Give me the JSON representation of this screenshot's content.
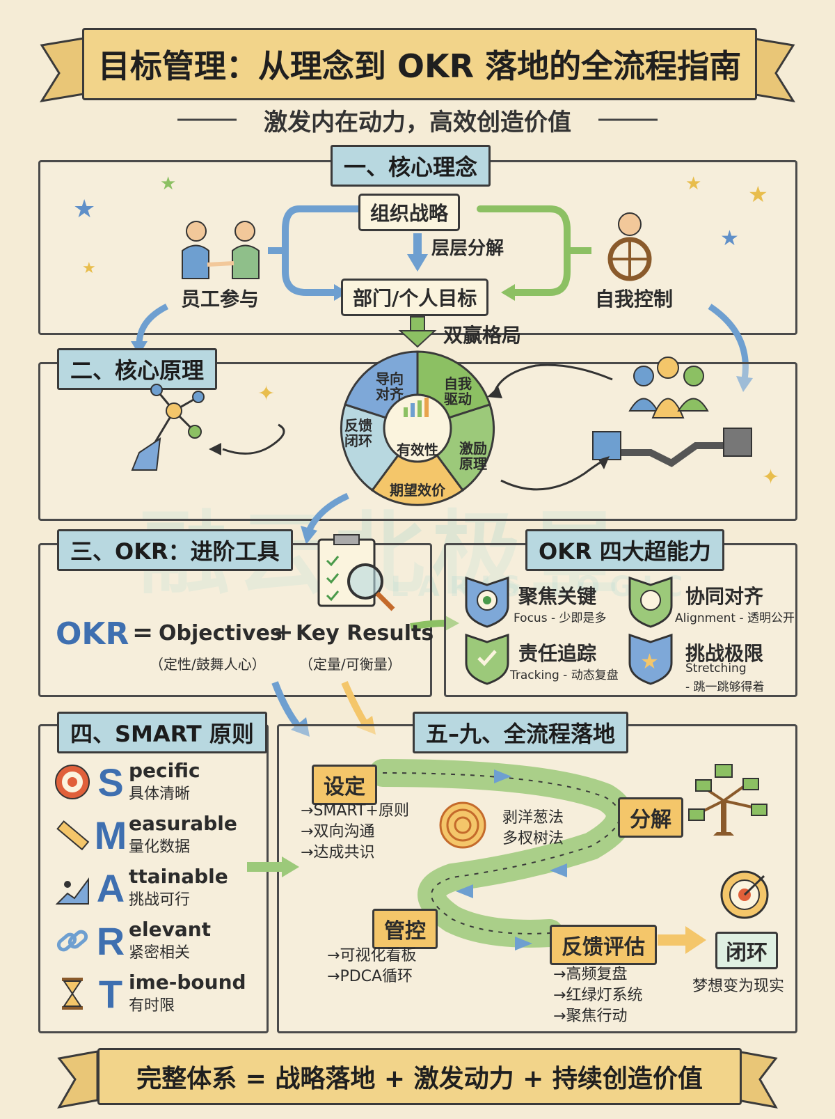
{
  "header": {
    "title": "目标管理：从理念到 OKR 落地的全流程指南",
    "subtitle": "激发内在动力，高效创造价值"
  },
  "section1": {
    "title": "一、核心理念",
    "top_box": "组织战略",
    "arrow_label": "层层分解",
    "bottom_box": "部门/个人目标",
    "left_label": "员工参与",
    "right_label": "自我控制",
    "win_label": "双赢格局"
  },
  "section2": {
    "title": "二、核心原理",
    "center": "有效性",
    "segments": [
      "导向\n对齐",
      "自我\n驱动",
      "激励\n原理",
      "期望效价",
      "反馈\n闭环"
    ]
  },
  "section3": {
    "title": "三、OKR：进阶工具",
    "okr": "OKR",
    "eq": "=",
    "objectives": "Objectives",
    "plus": "+",
    "key_results": "Key Results",
    "obj_note": "（定性/鼓舞人心）",
    "kr_note": "（定量/可衡量）"
  },
  "powers": {
    "title": "OKR 四大超能力",
    "items": [
      {
        "title": "聚焦关键",
        "sub": "Focus - 少即是多"
      },
      {
        "title": "协同对齐",
        "sub": "Alignment - 透明公开"
      },
      {
        "title": "责任追踪",
        "sub": "Tracking - 动态复盘"
      },
      {
        "title": "挑战极限",
        "sub": "Stretching",
        "sub2": "- 跳一跳够得着"
      }
    ]
  },
  "smart": {
    "title": "四、SMART 原则",
    "rows": [
      {
        "letter": "S",
        "word": "pecific",
        "cn": "具体清晰"
      },
      {
        "letter": "M",
        "word": "easurable",
        "cn": "量化数据"
      },
      {
        "letter": "A",
        "word": "ttainable",
        "cn": "挑战可行"
      },
      {
        "letter": "R",
        "word": "elevant",
        "cn": "紧密相关"
      },
      {
        "letter": "T",
        "word": "ime-bound",
        "cn": "有时限"
      }
    ]
  },
  "process": {
    "title": "五–九、全流程落地",
    "set": "设定",
    "set_items": [
      "SMART+原则",
      "双向沟通",
      "达成共识"
    ],
    "methods": [
      "剥洋葱法",
      "多杈树法"
    ],
    "decompose": "分解",
    "control": "管控",
    "control_items": [
      "可视化看板",
      "PDCA循环"
    ],
    "feedback": "反馈评估",
    "feedback_items": [
      "高频复盘",
      "红绿灯系统",
      "聚焦行动"
    ],
    "loop": "闭环",
    "loop_note": "梦想变为现实"
  },
  "footer": "完整体系 = 战略落地 + 激发动力 + 持续创造价值",
  "watermark": {
    "cn": "融云北极星",
    "en": "POLARIS LOGIC"
  },
  "colors": {
    "paper": "#f5ecd6",
    "ribbon": "#f2d48a",
    "section_title": "#b8d8e0",
    "blue_arrow": "#6e9fd0",
    "green_arrow": "#8cc063",
    "orange": "#f4c66a",
    "letter_blue": "#3e6fb0"
  }
}
